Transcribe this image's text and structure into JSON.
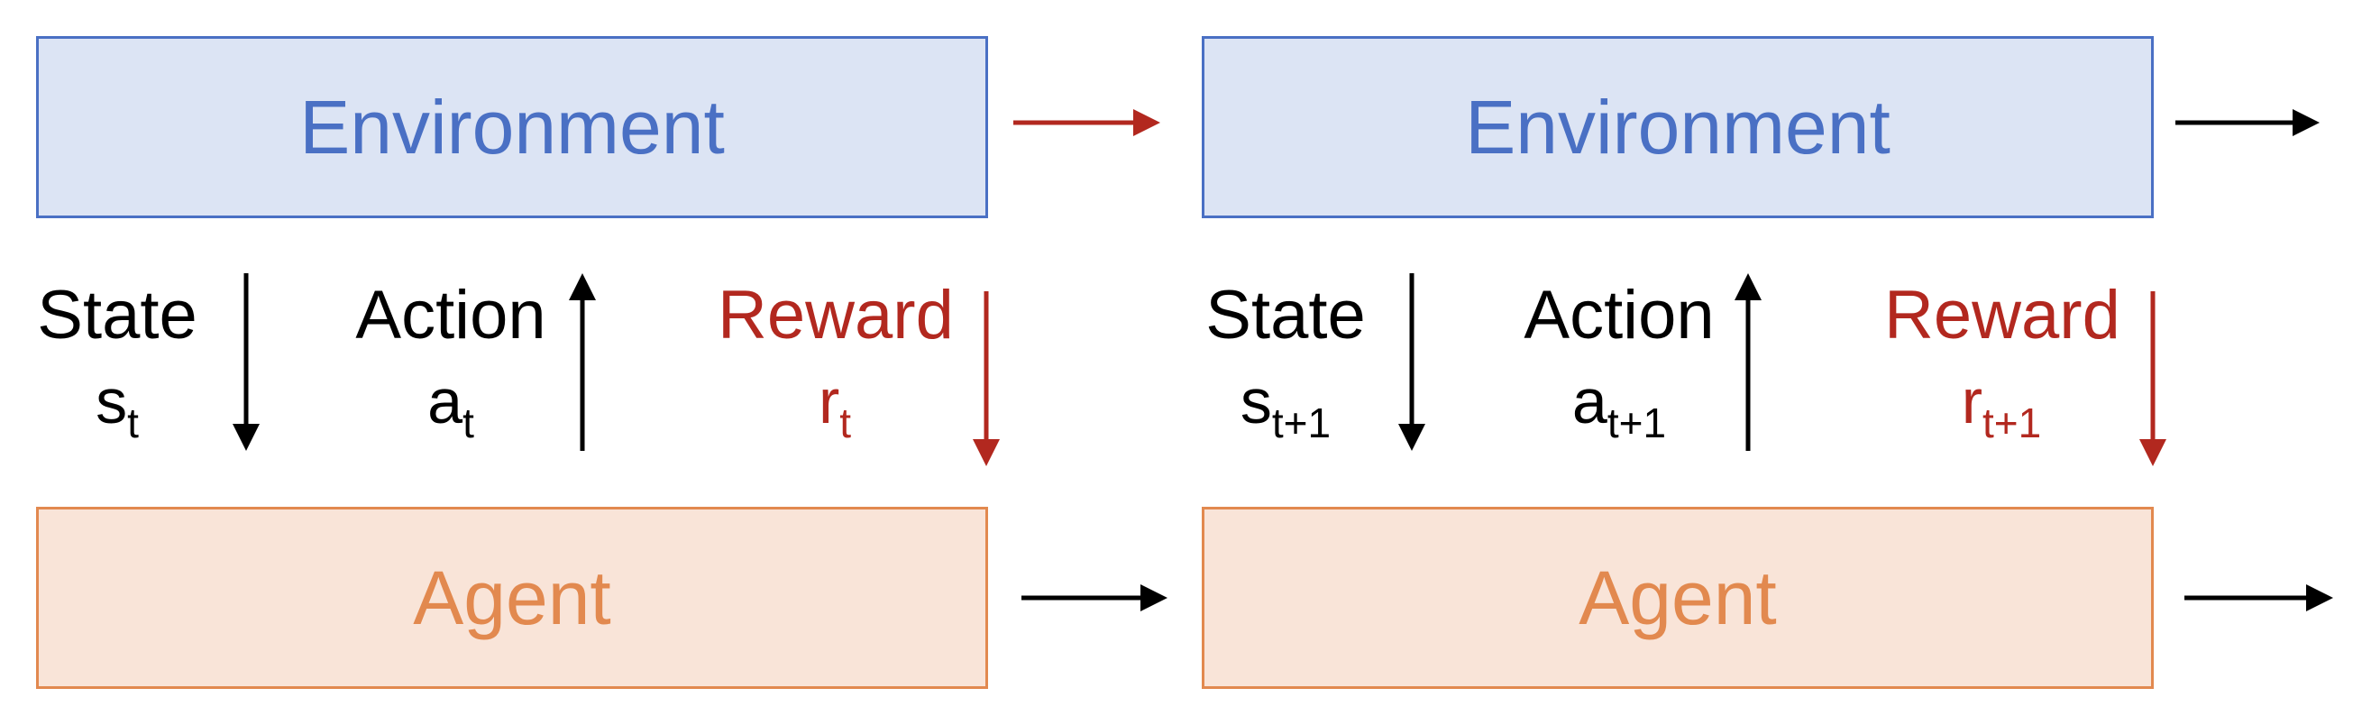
{
  "colors": {
    "environment_fill": "#dce4f4",
    "environment_border": "#4a70c4",
    "environment_text": "#4a70c4",
    "agent_fill": "#f9e4d8",
    "agent_border": "#e2894f",
    "agent_text": "#e2894f",
    "reward": "#b2281f",
    "black": "#000000"
  },
  "steps": [
    {
      "environment": "Environment",
      "agent": "Agent",
      "state_word": "State",
      "state_symbol": "s",
      "state_subscript": "t",
      "action_word": "Action",
      "action_symbol": "a",
      "action_subscript": "t",
      "reward_word": "Reward",
      "reward_symbol": "r",
      "reward_subscript": "t"
    },
    {
      "environment": "Environment",
      "agent": "Agent",
      "state_word": "State",
      "state_symbol": "s",
      "state_subscript": "t+1",
      "action_word": "Action",
      "action_symbol": "a",
      "action_subscript": "t+1",
      "reward_word": "Reward",
      "reward_symbol": "r",
      "reward_subscript": "t+1"
    }
  ]
}
